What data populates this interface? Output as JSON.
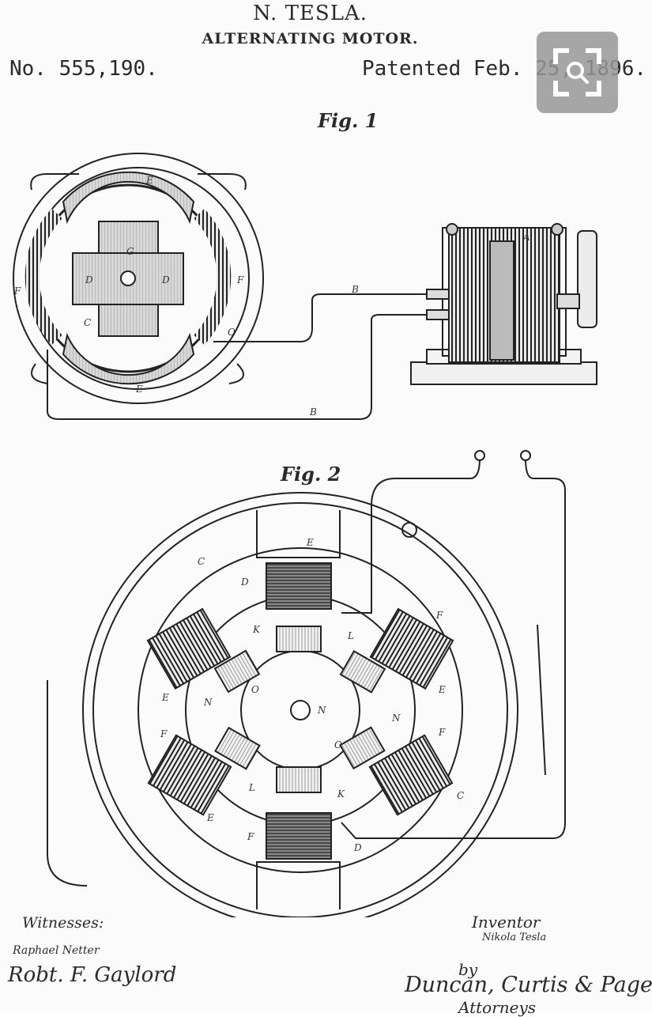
{
  "header": {
    "inventor": "N. TESLA.",
    "title": "ALTERNATING MOTOR.",
    "patent_number": "No. 555,190.",
    "patent_date": "Patented Feb. 25, 1896."
  },
  "figures": {
    "fig1": "Fig. 1",
    "fig2": "Fig. 2"
  },
  "fig1_labels": {
    "g": "G",
    "d_left": "D",
    "d_right": "D",
    "e_top": "E",
    "e_bottom": "E",
    "f_left": "F",
    "f_right": "F",
    "c": "C",
    "o": "O",
    "a": "A",
    "b_top": "B",
    "b_bottom": "B"
  },
  "fig2_labels": {
    "c_top": "C",
    "c_right": "C",
    "e_top": "E",
    "e_right": "E",
    "e_left": "E",
    "e_bottom": "E",
    "f_right": "F",
    "f_right2": "F",
    "f_left": "F",
    "f_bottom": "F",
    "d_top": "D",
    "d_bottom": "D",
    "k_top": "K",
    "k_bottom": "K",
    "l_top": "L",
    "l_bottom": "L",
    "n_center": "N",
    "o_left": "O",
    "o_right": "O",
    "n_left": "N",
    "n_right": "N"
  },
  "signatures": {
    "witnesses_label": "Witnesses:",
    "witness_1": "Raphael Netter",
    "witness_2": "Robt. F. Gaylord",
    "inventor_label": "Inventor",
    "inventor_sig": "Nikola Tesla",
    "by": "by",
    "attorneys_sig": "Duncan, Curtis & Page",
    "attorneys_label": "Attorneys"
  },
  "zoom_button": {
    "icon": "expand-zoom-icon"
  }
}
